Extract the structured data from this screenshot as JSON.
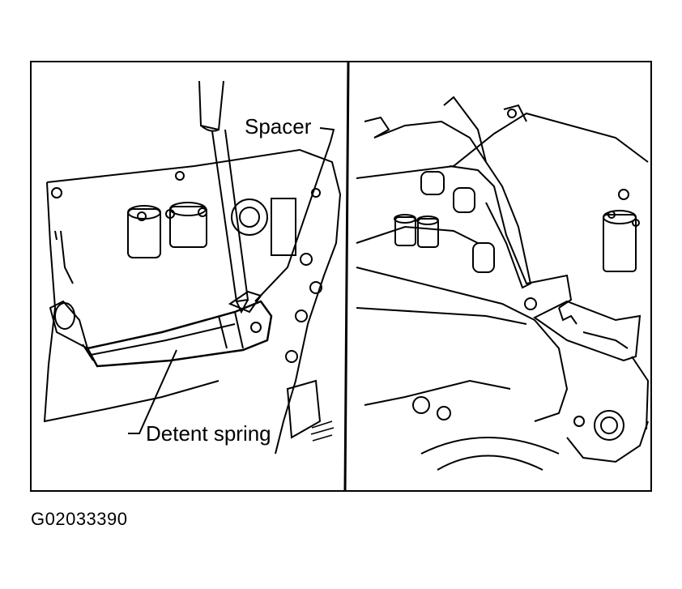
{
  "labels": {
    "spacer": "Spacer",
    "detent_spring": "Detent spring"
  },
  "figure_id": "G02033390",
  "colors": {
    "ink": "#000000",
    "paper": "#ffffff"
  }
}
